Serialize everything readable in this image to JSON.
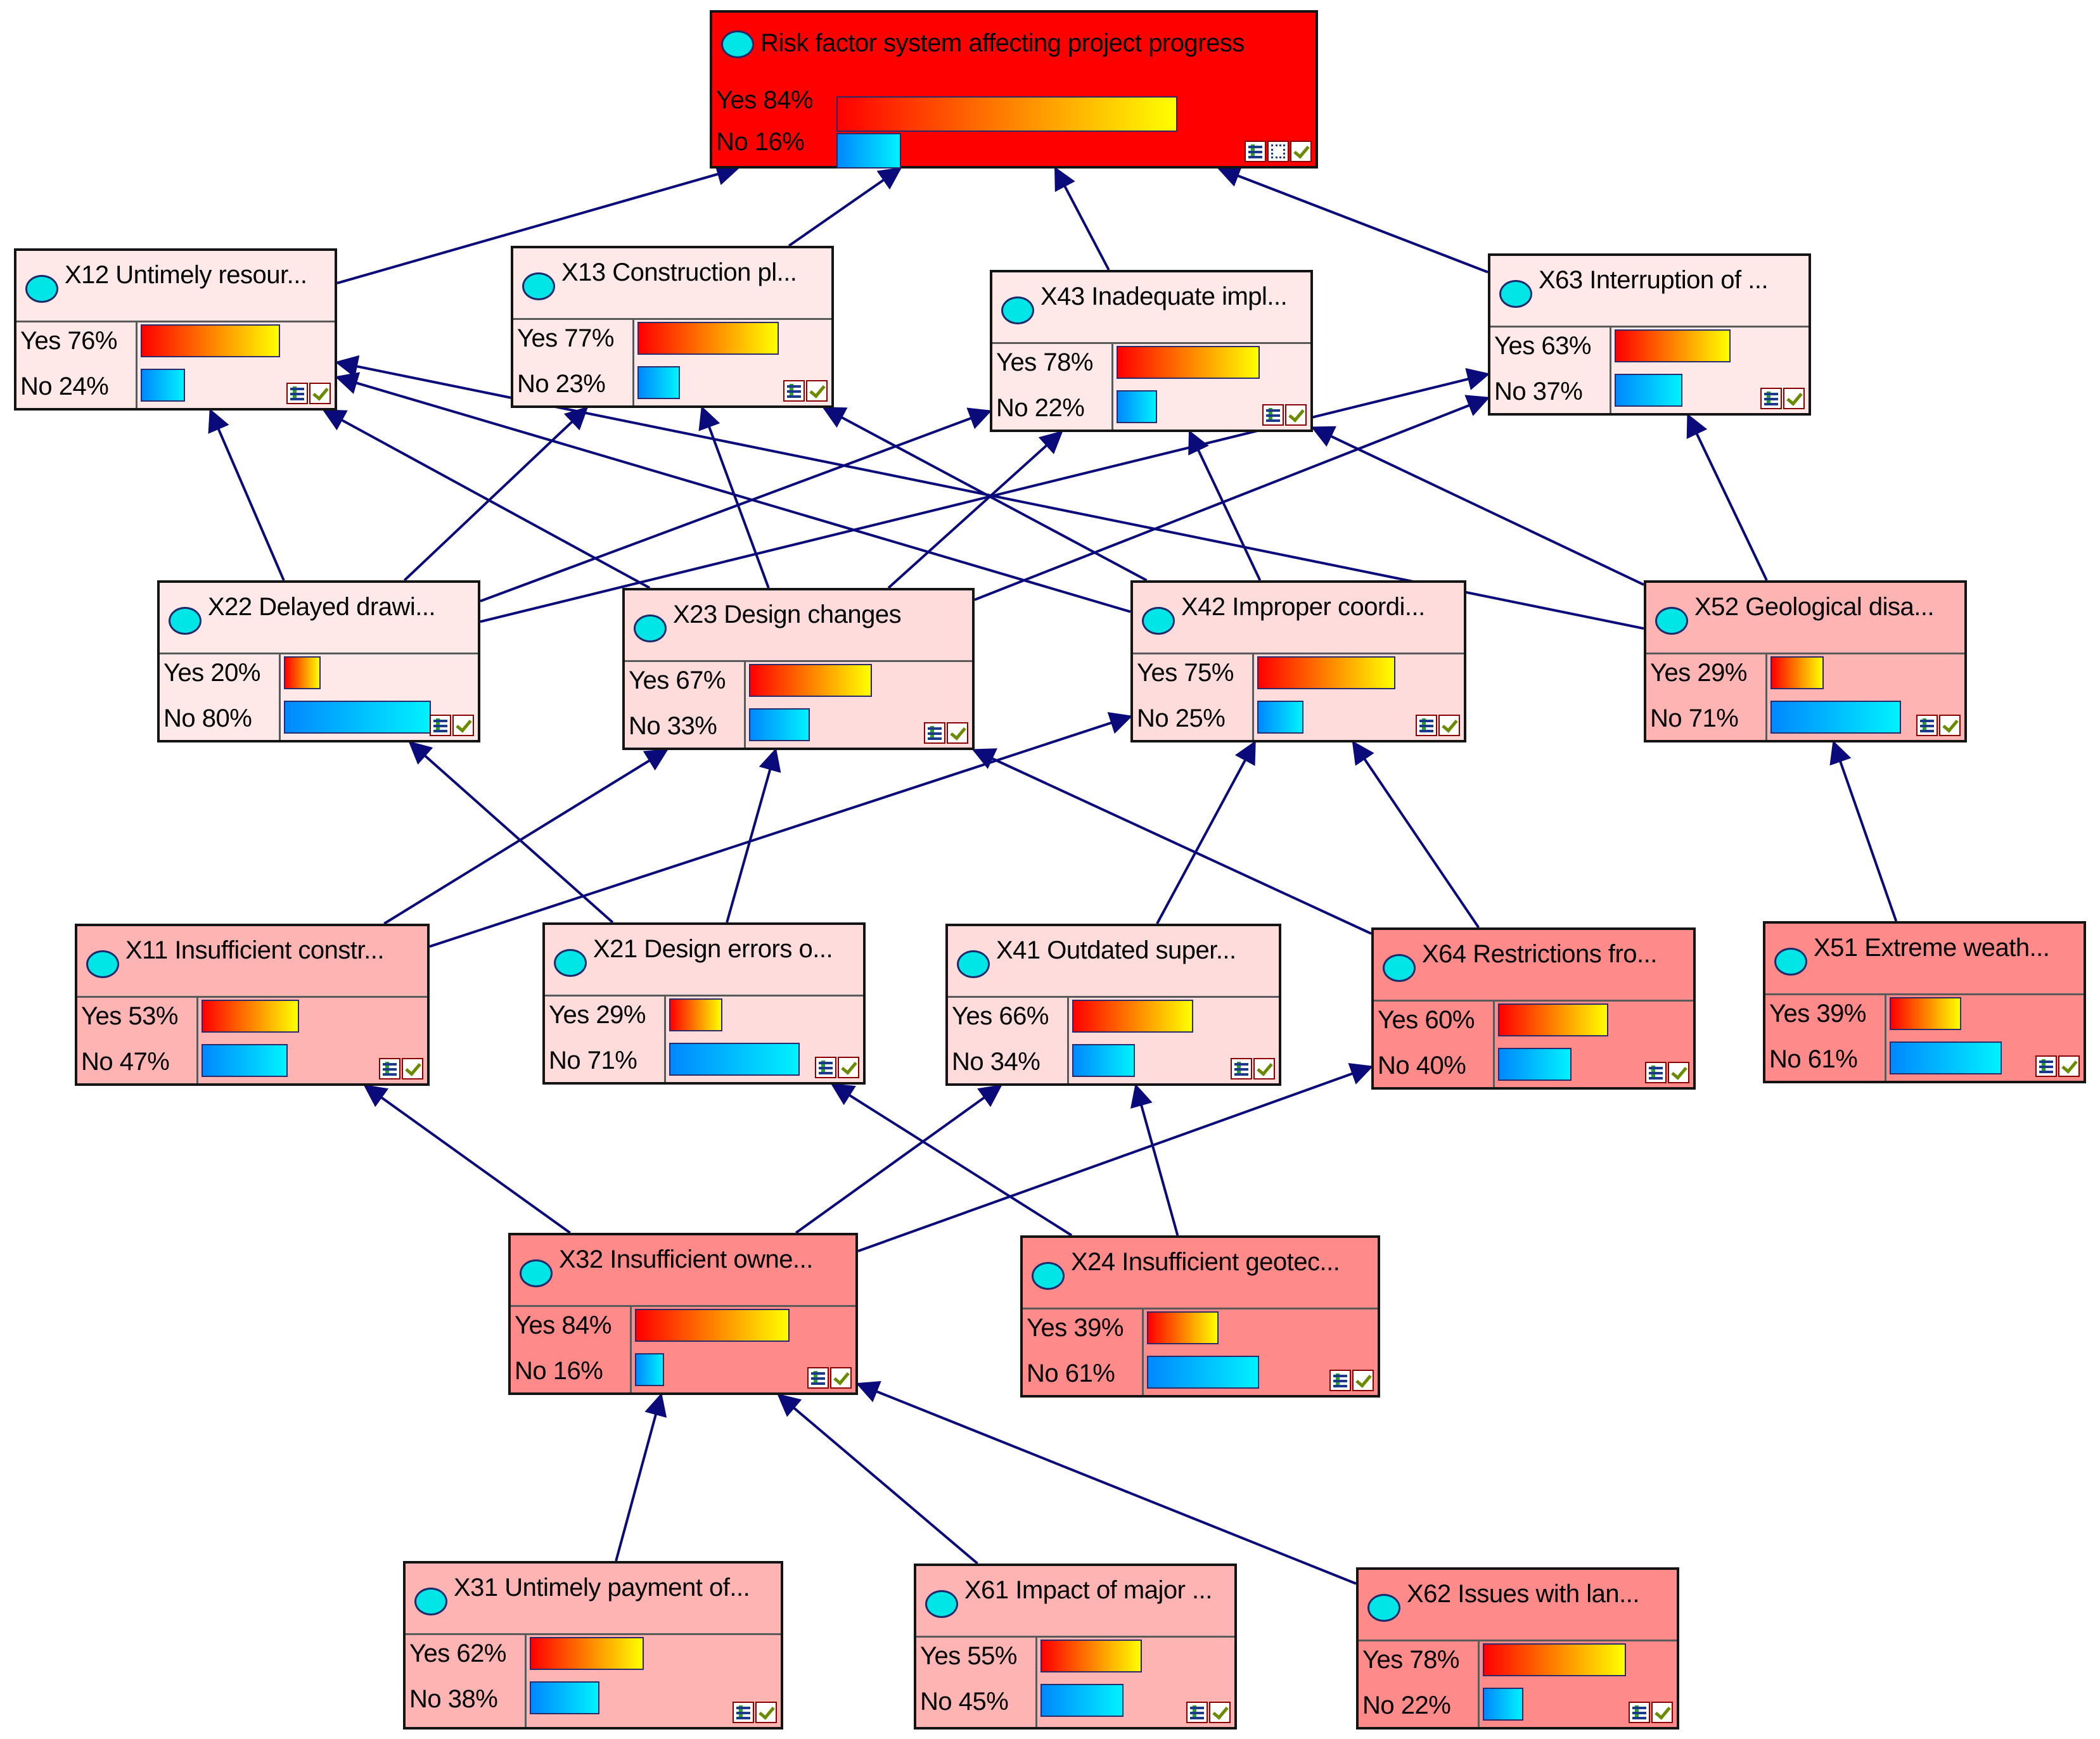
{
  "colors": {
    "edge": "#0a0a7a",
    "target_fill": "#ff0000",
    "fill_light": "#ffe8e8",
    "fill_pink": "#ffdcdc",
    "fill_salmon": "#ffb4b4",
    "fill_red": "#ff8a8a"
  },
  "nodes": {
    "target": {
      "title": "Risk factor system affecting project progress",
      "yes_label": "Yes 84%",
      "no_label": "No   16%",
      "yes": 0.84,
      "no": 0.16
    },
    "x12": {
      "title": "X12 Untimely resour...",
      "yes_label": "Yes 76%",
      "no_label": "No   24%",
      "yes": 0.76,
      "no": 0.24
    },
    "x13": {
      "title": "X13 Construction pl...",
      "yes_label": "Yes 77%",
      "no_label": "No   23%",
      "yes": 0.77,
      "no": 0.23
    },
    "x43": {
      "title": "X43 Inadequate impl...",
      "yes_label": "Yes 78%",
      "no_label": "No   22%",
      "yes": 0.78,
      "no": 0.22
    },
    "x63": {
      "title": "X63 Interruption of ...",
      "yes_label": "Yes 63%",
      "no_label": "No   37%",
      "yes": 0.63,
      "no": 0.37
    },
    "x22": {
      "title": "X22 Delayed drawi...",
      "yes_label": "Yes 20%",
      "no_label": "No   80%",
      "yes": 0.2,
      "no": 0.8
    },
    "x23": {
      "title": "X23 Design changes",
      "yes_label": "Yes 67%",
      "no_label": "No   33%",
      "yes": 0.67,
      "no": 0.33
    },
    "x42": {
      "title": "X42 Improper coordi...",
      "yes_label": "Yes 75%",
      "no_label": "No   25%",
      "yes": 0.75,
      "no": 0.25
    },
    "x52": {
      "title": "X52 Geological disa...",
      "yes_label": "Yes 29%",
      "no_label": "No   71%",
      "yes": 0.29,
      "no": 0.71
    },
    "x11": {
      "title": "X11 Insufficient constr...",
      "yes_label": "Yes 53%",
      "no_label": "No   47%",
      "yes": 0.53,
      "no": 0.47
    },
    "x21": {
      "title": "X21 Design errors o...",
      "yes_label": "Yes 29%",
      "no_label": "No   71%",
      "yes": 0.29,
      "no": 0.71
    },
    "x41": {
      "title": "X41 Outdated super...",
      "yes_label": "Yes 66%",
      "no_label": "No   34%",
      "yes": 0.66,
      "no": 0.34
    },
    "x64": {
      "title": "X64 Restrictions fro...",
      "yes_label": "Yes 60%",
      "no_label": "No   40%",
      "yes": 0.6,
      "no": 0.4
    },
    "x51": {
      "title": "X51 Extreme weath...",
      "yes_label": "Yes 39%",
      "no_label": "No   61%",
      "yes": 0.39,
      "no": 0.61
    },
    "x32": {
      "title": "X32 Insufficient owne...",
      "yes_label": "Yes 84%",
      "no_label": "No   16%",
      "yes": 0.84,
      "no": 0.16
    },
    "x24": {
      "title": "X24 Insufficient geotec...",
      "yes_label": "Yes 39%",
      "no_label": "No   61%",
      "yes": 0.39,
      "no": 0.61
    },
    "x31": {
      "title": "X31 Untimely payment of...",
      "yes_label": "Yes 62%",
      "no_label": "No   38%",
      "yes": 0.62,
      "no": 0.38
    },
    "x61": {
      "title": "X61 Impact of major ...",
      "yes_label": "Yes 55%",
      "no_label": "No   45%",
      "yes": 0.55,
      "no": 0.45
    },
    "x62": {
      "title": "X62 Issues with lan...",
      "yes_label": "Yes 78%",
      "no_label": "No   22%",
      "yes": 0.78,
      "no": 0.22
    }
  },
  "edges": [
    [
      "x12",
      "target"
    ],
    [
      "x13",
      "target"
    ],
    [
      "x43",
      "target"
    ],
    [
      "x63",
      "target"
    ],
    [
      "x22",
      "x12"
    ],
    [
      "x22",
      "x13"
    ],
    [
      "x22",
      "x43"
    ],
    [
      "x22",
      "x63"
    ],
    [
      "x23",
      "x12"
    ],
    [
      "x23",
      "x13"
    ],
    [
      "x23",
      "x43"
    ],
    [
      "x23",
      "x63"
    ],
    [
      "x42",
      "x12"
    ],
    [
      "x42",
      "x13"
    ],
    [
      "x42",
      "x43"
    ],
    [
      "x52",
      "x12"
    ],
    [
      "x52",
      "x43"
    ],
    [
      "x52",
      "x63"
    ],
    [
      "x11",
      "x23"
    ],
    [
      "x11",
      "x42"
    ],
    [
      "x21",
      "x22"
    ],
    [
      "x21",
      "x23"
    ],
    [
      "x41",
      "x42"
    ],
    [
      "x64",
      "x42"
    ],
    [
      "x64",
      "x23"
    ],
    [
      "x51",
      "x52"
    ],
    [
      "x32",
      "x11"
    ],
    [
      "x32",
      "x41"
    ],
    [
      "x32",
      "x64"
    ],
    [
      "x24",
      "x21"
    ],
    [
      "x24",
      "x41"
    ],
    [
      "x31",
      "x32"
    ],
    [
      "x61",
      "x32"
    ],
    [
      "x62",
      "x32"
    ]
  ]
}
